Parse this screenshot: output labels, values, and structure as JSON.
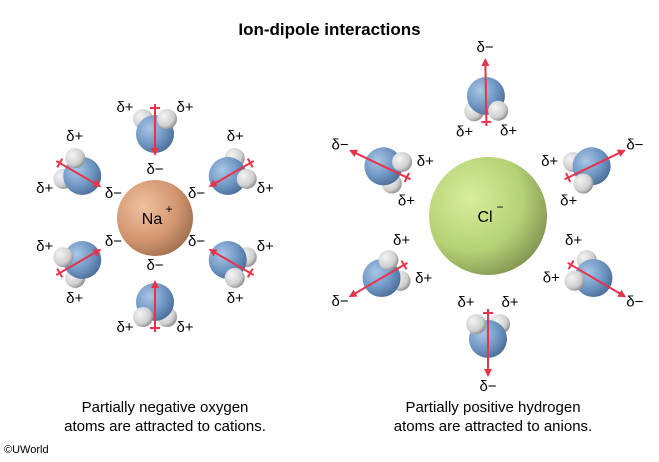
{
  "title": "Ion-dipole interactions",
  "labels": {
    "delta_plus": "δ+",
    "delta_minus": "δ−"
  },
  "cation": {
    "symbol": "Na",
    "charge": "+",
    "caption_line1": "Partially negative oxygen",
    "caption_line2": "atoms are attracted to cations."
  },
  "anion": {
    "symbol": "Cl",
    "charge": "−",
    "caption_line1": "Partially positive hydrogen",
    "caption_line2": "atoms are attracted to anions."
  },
  "copyright": "©UWorld",
  "colors": {
    "arrow": "#e8334a",
    "oxygen": "#6f97c4",
    "hydrogen": "#dcdcdc",
    "cation": "#d79a76",
    "anion": "#b9d77a"
  }
}
